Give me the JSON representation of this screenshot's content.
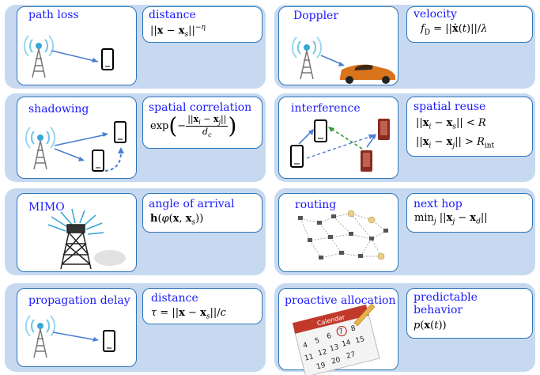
{
  "panels": [
    {
      "key": "pathloss",
      "title": "path loss",
      "property": "distance",
      "formula": "||x − xs||^−η",
      "icon": "tower-to-phone"
    },
    {
      "key": "doppler",
      "title": "Doppler",
      "property": "velocity",
      "formula": "fD = ||ẋ(t)||/λ",
      "icon": "tower-to-car"
    },
    {
      "key": "shadowing",
      "title": "shadowing",
      "property": "spatial correlation",
      "formula": "exp(−||xi − xj|| / dc)",
      "icon": "tower-to-two-phones"
    },
    {
      "key": "interference",
      "title": "interference",
      "property": "spatial reuse",
      "formula1": "||xi − xs|| < R",
      "formula2": "||xi − xj|| > Rint",
      "icon": "four-phones"
    },
    {
      "key": "mimo",
      "title": "MIMO",
      "property": "angle of arrival",
      "formula": "h(φ(x, xs))",
      "icon": "antenna-array-tower"
    },
    {
      "key": "routing",
      "title": "routing",
      "property": "next hop",
      "formula": "min_j ||xj − xd||",
      "icon": "mesh-network"
    },
    {
      "key": "propagation",
      "title": "propagation delay",
      "property": "distance",
      "formula": "τ = ||x − xs||/c",
      "icon": "tower-to-phone"
    },
    {
      "key": "proactive",
      "title": "proactive allocation",
      "property": "predictable behavior",
      "formula": "p(x(t))",
      "icon": "calendar"
    }
  ],
  "calendar_word": "Calendar",
  "colors": {
    "panel_bg": "#c6d9f1",
    "card_border": "#2e75b6",
    "title": "#1a1aff",
    "arrow": "#4a7fd4",
    "green_arrow": "#2a9a2a",
    "red_phone": "#8b2a20",
    "car": "#d9741a"
  }
}
